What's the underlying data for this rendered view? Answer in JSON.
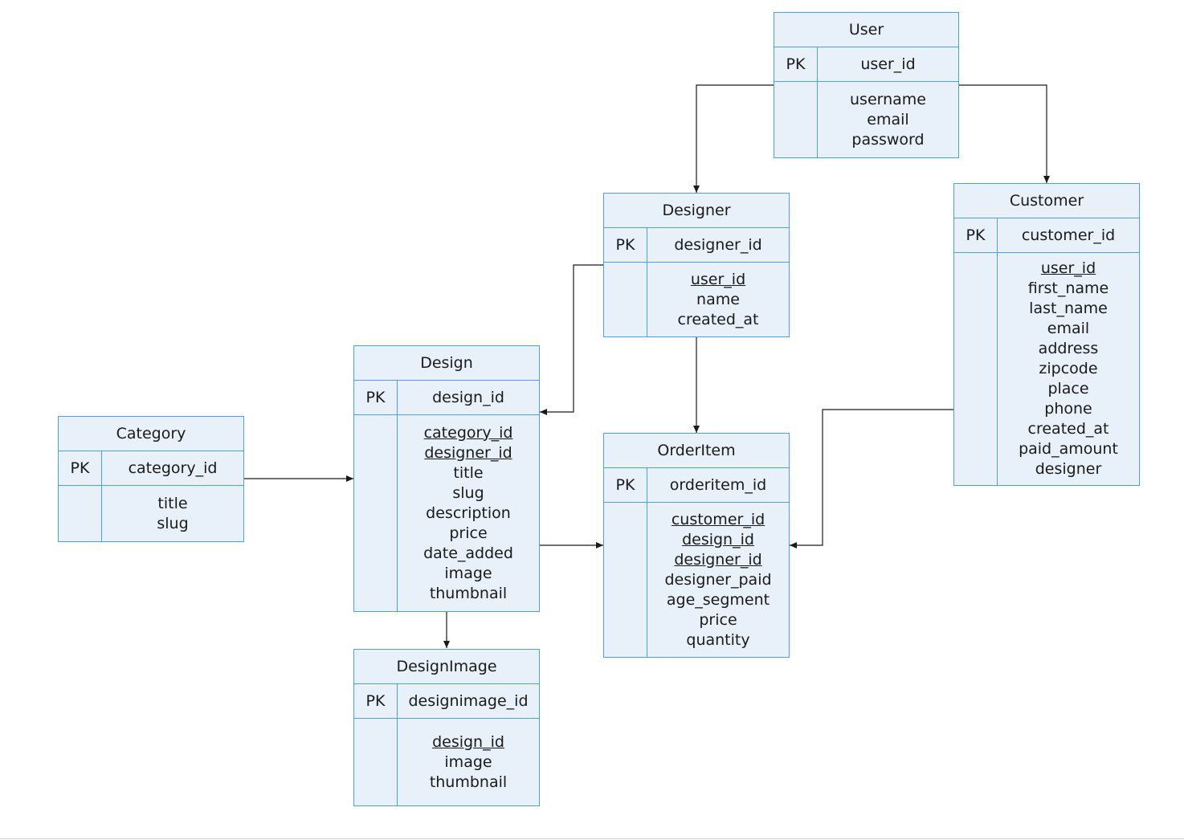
{
  "diagram": {
    "pk_label": "PK",
    "colors": {
      "border": "#4aa3df",
      "fill": "#e8f0f9",
      "line": "#1a1a1a"
    },
    "entities": {
      "user": {
        "name": "User",
        "pk": "user_id",
        "fields": [
          {
            "name": "username",
            "fk": false
          },
          {
            "name": "email",
            "fk": false
          },
          {
            "name": "password",
            "fk": false
          }
        ]
      },
      "designer": {
        "name": "Designer",
        "pk": "designer_id",
        "fields": [
          {
            "name": "user_id",
            "fk": true
          },
          {
            "name": "name",
            "fk": false
          },
          {
            "name": "created_at",
            "fk": false
          }
        ]
      },
      "customer": {
        "name": "Customer",
        "pk": "customer_id",
        "fields": [
          {
            "name": "user_id",
            "fk": true
          },
          {
            "name": "first_name",
            "fk": false
          },
          {
            "name": "last_name",
            "fk": false
          },
          {
            "name": "email",
            "fk": false
          },
          {
            "name": "address",
            "fk": false
          },
          {
            "name": "zipcode",
            "fk": false
          },
          {
            "name": "place",
            "fk": false
          },
          {
            "name": "phone",
            "fk": false
          },
          {
            "name": "created_at",
            "fk": false
          },
          {
            "name": "paid_amount",
            "fk": false
          },
          {
            "name": "designer",
            "fk": false
          }
        ]
      },
      "design": {
        "name": "Design",
        "pk": "design_id",
        "fields": [
          {
            "name": "category_id",
            "fk": true
          },
          {
            "name": "designer_id",
            "fk": true
          },
          {
            "name": "title",
            "fk": false
          },
          {
            "name": "slug",
            "fk": false
          },
          {
            "name": "description",
            "fk": false
          },
          {
            "name": "price",
            "fk": false
          },
          {
            "name": "date_added",
            "fk": false
          },
          {
            "name": "image",
            "fk": false
          },
          {
            "name": "thumbnail",
            "fk": false
          }
        ]
      },
      "category": {
        "name": "Category",
        "pk": "category_id",
        "fields": [
          {
            "name": "title",
            "fk": false
          },
          {
            "name": "slug",
            "fk": false
          }
        ]
      },
      "orderitem": {
        "name": "OrderItem",
        "pk": "orderitem_id",
        "fields": [
          {
            "name": "customer_id",
            "fk": true
          },
          {
            "name": "design_id",
            "fk": true
          },
          {
            "name": "designer_id",
            "fk": true
          },
          {
            "name": "designer_paid",
            "fk": false
          },
          {
            "name": "age_segment",
            "fk": false
          },
          {
            "name": "price",
            "fk": false
          },
          {
            "name": "quantity",
            "fk": false
          }
        ]
      },
      "designimage": {
        "name": "DesignImage",
        "pk": "designimage_id",
        "fields": [
          {
            "name": "design_id",
            "fk": true
          },
          {
            "name": "image",
            "fk": false
          },
          {
            "name": "thumbnail",
            "fk": false
          }
        ]
      }
    },
    "relationships": [
      {
        "from": "User",
        "to": "Designer"
      },
      {
        "from": "User",
        "to": "Customer"
      },
      {
        "from": "Designer",
        "to": "Design"
      },
      {
        "from": "Designer",
        "to": "OrderItem"
      },
      {
        "from": "Customer",
        "to": "OrderItem"
      },
      {
        "from": "Category",
        "to": "Design"
      },
      {
        "from": "Design",
        "to": "OrderItem"
      },
      {
        "from": "Design",
        "to": "DesignImage"
      }
    ]
  }
}
